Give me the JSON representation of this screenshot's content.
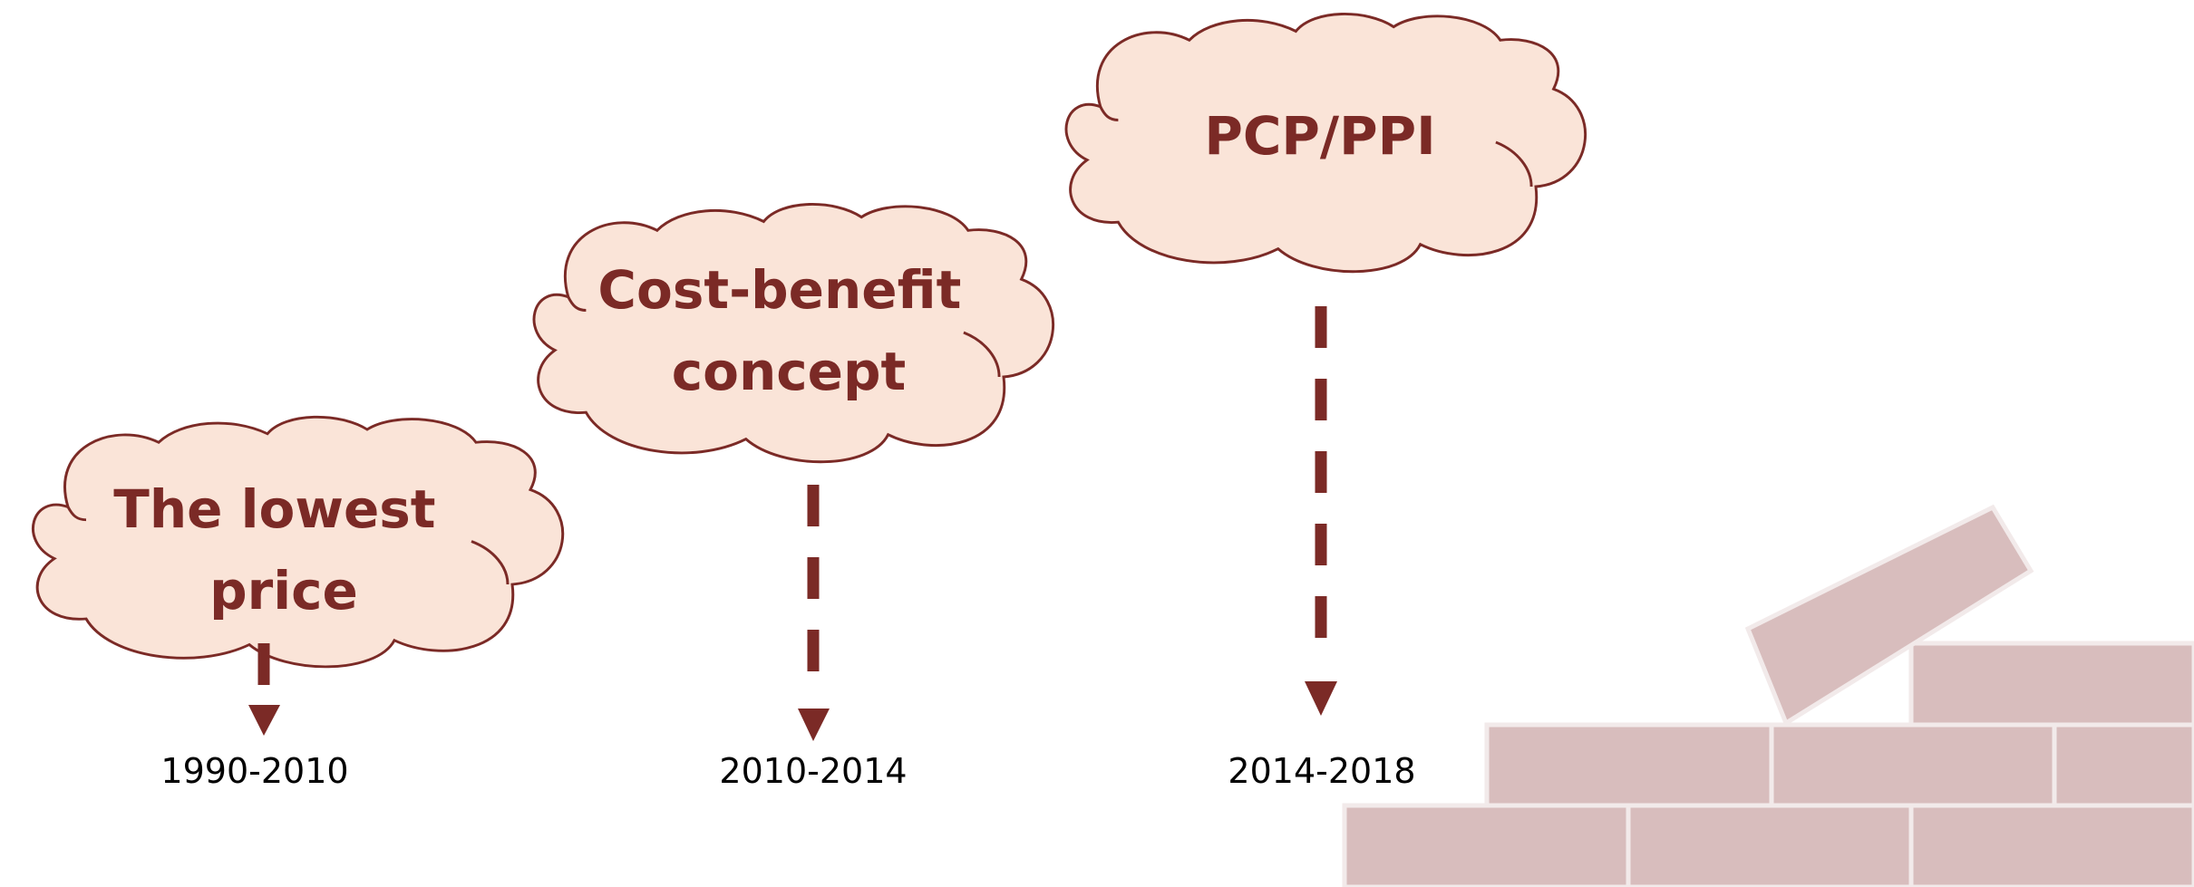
{
  "diagram": {
    "stages": [
      {
        "label_lines": [
          "The lowest",
          "price"
        ],
        "period": "1990-2010"
      },
      {
        "label_lines": [
          "Cost-benefit",
          "concept"
        ],
        "period": "2010-2014"
      },
      {
        "label_lines": [
          "PCP/PPI"
        ],
        "period": "2014-2018"
      }
    ],
    "colors": {
      "cloud_fill": "#fae4d8",
      "cloud_outline": "#7b2a26",
      "label_text": "#7b2a26",
      "arrow": "#7b2a26",
      "brick": "#d8bdbd",
      "year_text": "#000000"
    },
    "icons": [
      "cloud-shape",
      "dashed-down-arrow",
      "brick-wall"
    ]
  }
}
